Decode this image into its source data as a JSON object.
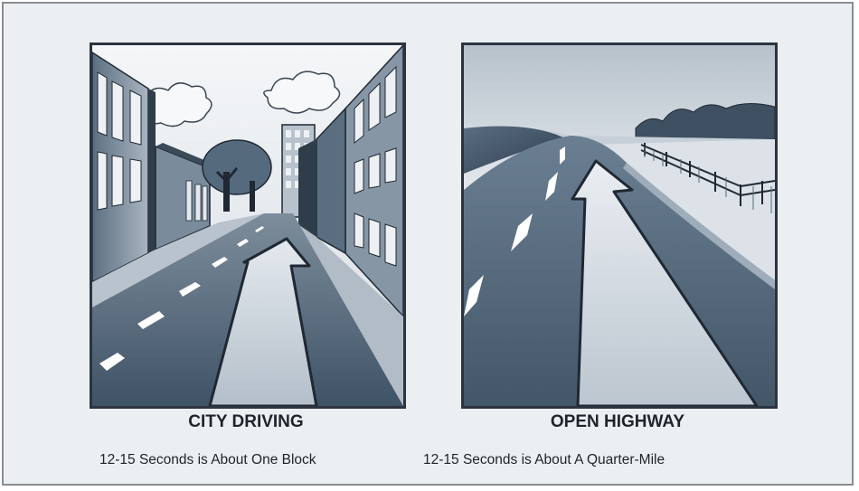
{
  "panels": [
    {
      "id": "city",
      "title": "CITY DRIVING",
      "description": "12-15 Seconds is About One Block"
    },
    {
      "id": "highway",
      "title": "OPEN HIGHWAY",
      "description": "12-15 Seconds is About A Quarter-Mile"
    }
  ],
  "colors": {
    "frame_border": "#8a8d92",
    "background": "#eceff2",
    "road": "#4f6478",
    "arrow": "#c3ccd5",
    "outline": "#1f2833"
  },
  "icons": [
    "forward-arrow-icon",
    "tree-icon",
    "cloud-icon",
    "building-icon",
    "fence-icon",
    "hill-icon"
  ]
}
